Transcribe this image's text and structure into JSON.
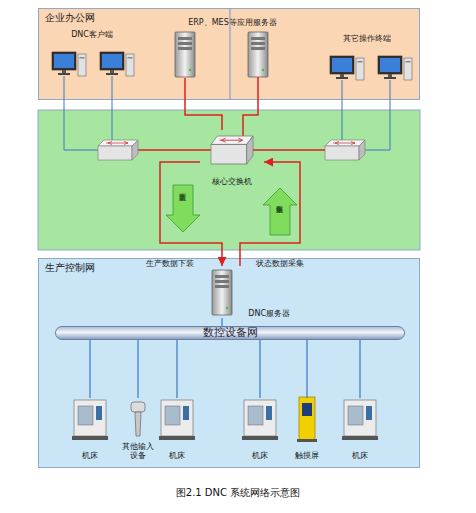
{
  "diagram": {
    "caption": "图2.1 DNC 系统网络示意图",
    "nodes": [
      {
        "text": [
          "企业办公网"
        ]
      },
      {
        "text": [
          "DNC客户端"
        ],
        "in": 0
      },
      {
        "text": [
          "ERP、MES等应用服务器"
        ],
        "in": 0
      },
      {
        "text": [
          "其它操作终端"
        ],
        "in": 0
      },
      {
        "text": [
          "核心交换机"
        ]
      },
      {
        "text": [
          "生产控制网"
        ]
      },
      {
        "text": [
          "DNC服务器"
        ],
        "in": 5
      },
      {
        "text": [
          "数控设备网"
        ],
        "in": 5
      },
      {
        "text": [
          "机床"
        ],
        "in": 5
      },
      {
        "text": [
          "其他输入 设备"
        ],
        "in": 5
      },
      {
        "text": [
          "机床"
        ],
        "in": 5
      },
      {
        "text": [
          "机床"
        ],
        "in": 5
      },
      {
        "text": [
          "触摸屏"
        ],
        "in": 5
      },
      {
        "text": [
          "机床"
        ],
        "in": 5
      }
    ],
    "edges": [
      {
        "from": 4,
        "to": 6,
        "arrow": "to"
      },
      {
        "from": 6,
        "to": 4,
        "arrow": "to"
      },
      {
        "from": 2,
        "to": 4,
        "arrow": "none"
      },
      {
        "from": 6,
        "to": 7,
        "arrow": "none"
      },
      {
        "from": 7,
        "to": 8,
        "arrow": "none"
      },
      {
        "from": 7,
        "to": 9,
        "arrow": "none"
      },
      {
        "from": 7,
        "to": 10,
        "arrow": "none"
      },
      {
        "from": 7,
        "to": 11,
        "arrow": "none"
      },
      {
        "from": 7,
        "to": 12,
        "arrow": "none"
      },
      {
        "from": 7,
        "to": 13,
        "arrow": "none"
      }
    ],
    "labels": [
      "生产数据下装",
      "状态数据采集",
      "数据下装",
      "数据采集"
    ]
  }
}
